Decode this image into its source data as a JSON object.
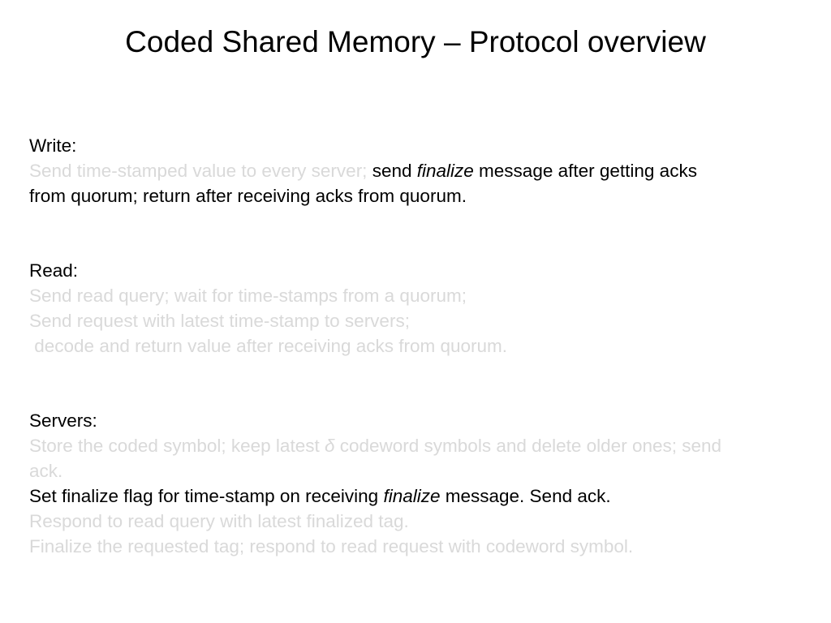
{
  "slide": {
    "title": "Coded Shared Memory – Protocol overview"
  },
  "write": {
    "heading": "Write:",
    "faded_part": "Send time-stamped value to every server; ",
    "send_word": "send ",
    "finalize_word": "finalize",
    "rest_line1": " message after getting acks",
    "line2": "from quorum; return after receiving acks from quorum."
  },
  "read": {
    "heading": "Read:",
    "lines": [
      "Send read query; wait for time-stamps from a quorum;",
      "Send request with latest time-stamp to servers;",
      " decode and return value after receiving acks from quorum."
    ]
  },
  "servers": {
    "heading": "Servers:",
    "store_line1_a": "Store the coded symbol; keep latest ",
    "delta": "δ",
    "store_line1_b": " codeword symbols and delete older ones; send",
    "store_line2": "ack.",
    "finalize_line_a": "Set finalize flag for time-stamp on receiving ",
    "finalize_word": "finalize",
    "finalize_line_b": " message. Send ack.",
    "respond_line": "Respond to read query with latest finalized tag.",
    "final_line": "Finalize the requested tag; respond to read request with codeword symbol."
  },
  "colors": {
    "active_text": "#000000",
    "faded_text": "#d9d9d9",
    "background": "#ffffff"
  }
}
